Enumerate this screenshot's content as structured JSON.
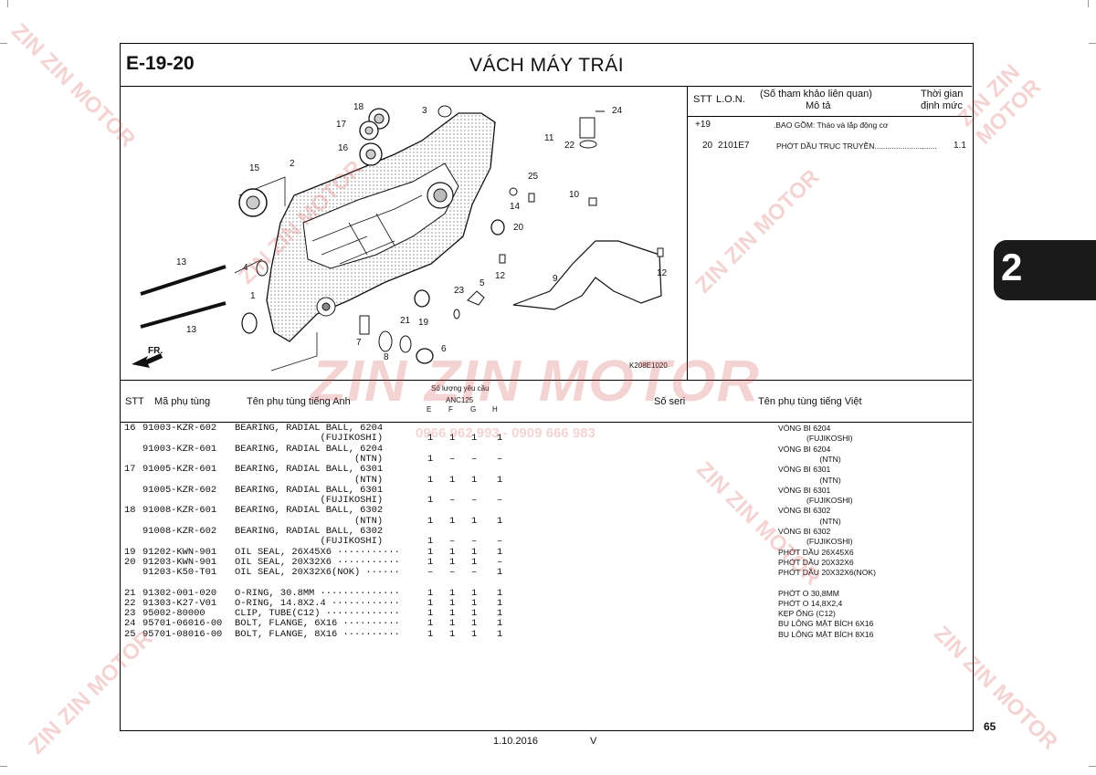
{
  "page": {
    "code": "E-19-20",
    "title": "VÁCH MÁY TRÁI",
    "figure_code": "K208E1020",
    "tab_number": "2",
    "page_number": "65",
    "footer_date": "1.10.2016",
    "footer_version": "V"
  },
  "diagram_labels": [
    "18",
    "17",
    "16",
    "3",
    "24",
    "11",
    "22",
    "2",
    "15",
    "25",
    "14",
    "10",
    "20",
    "4",
    "12",
    "13",
    "23",
    "5",
    "9",
    "12",
    "1",
    "21",
    "19",
    "13",
    "7",
    "6",
    "8",
    "FR."
  ],
  "reference": {
    "head_stt": "STT",
    "head_lon": "L.O.N.",
    "head_ref": "(Số tham khảo liên quan)",
    "head_desc": "Mô tả",
    "head_time_1": "Thời gian",
    "head_time_2": "định mức",
    "rows": [
      {
        "stt": "+19",
        "lon": "",
        "desc": ".BAO GỒM: Tháo và lắp động cơ",
        "time": ""
      },
      {
        "stt": "20",
        "lon": "2101E7",
        "desc": "PHỚT DẦU TRỤC TRUYỀN.............................",
        "time": "1.1"
      }
    ]
  },
  "table_header": {
    "stt": "STT",
    "part_no": "Mã phụ tùng",
    "name_en": "Tên phụ tùng tiếng Anh",
    "qty_req": "Số lượng yêu cầu",
    "model": "ANC125",
    "cols": [
      "E",
      "F",
      "G",
      "H"
    ],
    "serial": "Số seri",
    "name_vi": "Tên phụ tùng tiếng Việt"
  },
  "parts": [
    {
      "stt": "16",
      "no": "91003-KZR-602",
      "en": "BEARING, RADIAL BALL, 6204",
      "vi": "VÒNG BI 6204"
    },
    {
      "stt": "",
      "no": "",
      "en": "               (FUJIKOSHI)",
      "q": [
        "1",
        "1",
        "1",
        "1"
      ],
      "vi": "             (FUJIKOSHI)"
    },
    {
      "stt": "",
      "no": "91003-KZR-601",
      "en": "BEARING, RADIAL BALL, 6204",
      "vi": "VÒNG BI 6204"
    },
    {
      "stt": "",
      "no": "",
      "en": "                     (NTN)",
      "q": [
        "1",
        "–",
        "–",
        "–"
      ],
      "vi": "                   (NTN)"
    },
    {
      "stt": "17",
      "no": "91005-KZR-601",
      "en": "BEARING, RADIAL BALL, 6301",
      "vi": "VÒNG BI 6301"
    },
    {
      "stt": "",
      "no": "",
      "en": "                     (NTN)",
      "q": [
        "1",
        "1",
        "1",
        "1"
      ],
      "vi": "                   (NTN)"
    },
    {
      "stt": "",
      "no": "91005-KZR-602",
      "en": "BEARING, RADIAL BALL, 6301",
      "vi": "VÒNG BI 6301"
    },
    {
      "stt": "",
      "no": "",
      "en": "               (FUJIKOSHI)",
      "q": [
        "1",
        "–",
        "–",
        "–"
      ],
      "vi": "             (FUJIKOSHI)"
    },
    {
      "stt": "18",
      "no": "91008-KZR-601",
      "en": "BEARING, RADIAL BALL, 6302",
      "vi": "VÒNG BI 6302"
    },
    {
      "stt": "",
      "no": "",
      "en": "                     (NTN)",
      "q": [
        "1",
        "1",
        "1",
        "1"
      ],
      "vi": "                   (NTN)"
    },
    {
      "stt": "",
      "no": "91008-KZR-602",
      "en": "BEARING, RADIAL BALL, 6302",
      "vi": "VÒNG BI 6302"
    },
    {
      "stt": "",
      "no": "",
      "en": "               (FUJIKOSHI)",
      "q": [
        "1",
        "–",
        "–",
        "–"
      ],
      "vi": "             (FUJIKOSHI)"
    },
    {
      "stt": "19",
      "no": "91202-KWN-901",
      "en": "OIL SEAL, 26X45X6 ···········",
      "q": [
        "1",
        "1",
        "1",
        "1"
      ],
      "vi": "PHỚT DẦU 26X45X6"
    },
    {
      "stt": "20",
      "no": "91203-KWN-901",
      "en": "OIL SEAL, 20X32X6 ···········",
      "q": [
        "1",
        "1",
        "1",
        "–"
      ],
      "vi": "PHỚT DẦU 20X32X6"
    },
    {
      "stt": "",
      "no": "91203-K50-T01",
      "en": "OIL SEAL, 20X32X6(NOK) ······",
      "q": [
        "–",
        "–",
        "–",
        "1"
      ],
      "vi": "PHỚT DẦU 20X32X6(NOK)"
    },
    {
      "stt": "21",
      "no": "91302-001-020",
      "en": "O-RING, 30.8MM ··············",
      "q": [
        "1",
        "1",
        "1",
        "1"
      ],
      "vi": "PHỚT O 30,8MM"
    },
    {
      "stt": "22",
      "no": "91303-K27-V01",
      "en": "O-RING, 14.8X2.4 ············",
      "q": [
        "1",
        "1",
        "1",
        "1"
      ],
      "vi": "PHỚT O 14,8X2,4"
    },
    {
      "stt": "23",
      "no": "95002-80000",
      "en": "CLIP, TUBE(C12) ·············",
      "q": [
        "1",
        "1",
        "1",
        "1"
      ],
      "vi": "KẸP ỐNG (C12)"
    },
    {
      "stt": "24",
      "no": "95701-06016-00",
      "en": "BOLT, FLANGE, 6X16 ··········",
      "q": [
        "1",
        "1",
        "1",
        "1"
      ],
      "vi": "BU LÔNG MẶT BÍCH 6X16"
    },
    {
      "stt": "25",
      "no": "95701-08016-00",
      "en": "BOLT, FLANGE, 8X16 ··········",
      "q": [
        "1",
        "1",
        "1",
        "1"
      ],
      "vi": "BU LÔNG MẶT BÍCH 8X16"
    }
  ],
  "watermark": {
    "brand": "ZIN ZIN MOTOR",
    "phone": "0966 962 993 - 0909 666 983"
  },
  "colors": {
    "watermark": "#d23c3c",
    "tab": "#1a1a1a"
  }
}
